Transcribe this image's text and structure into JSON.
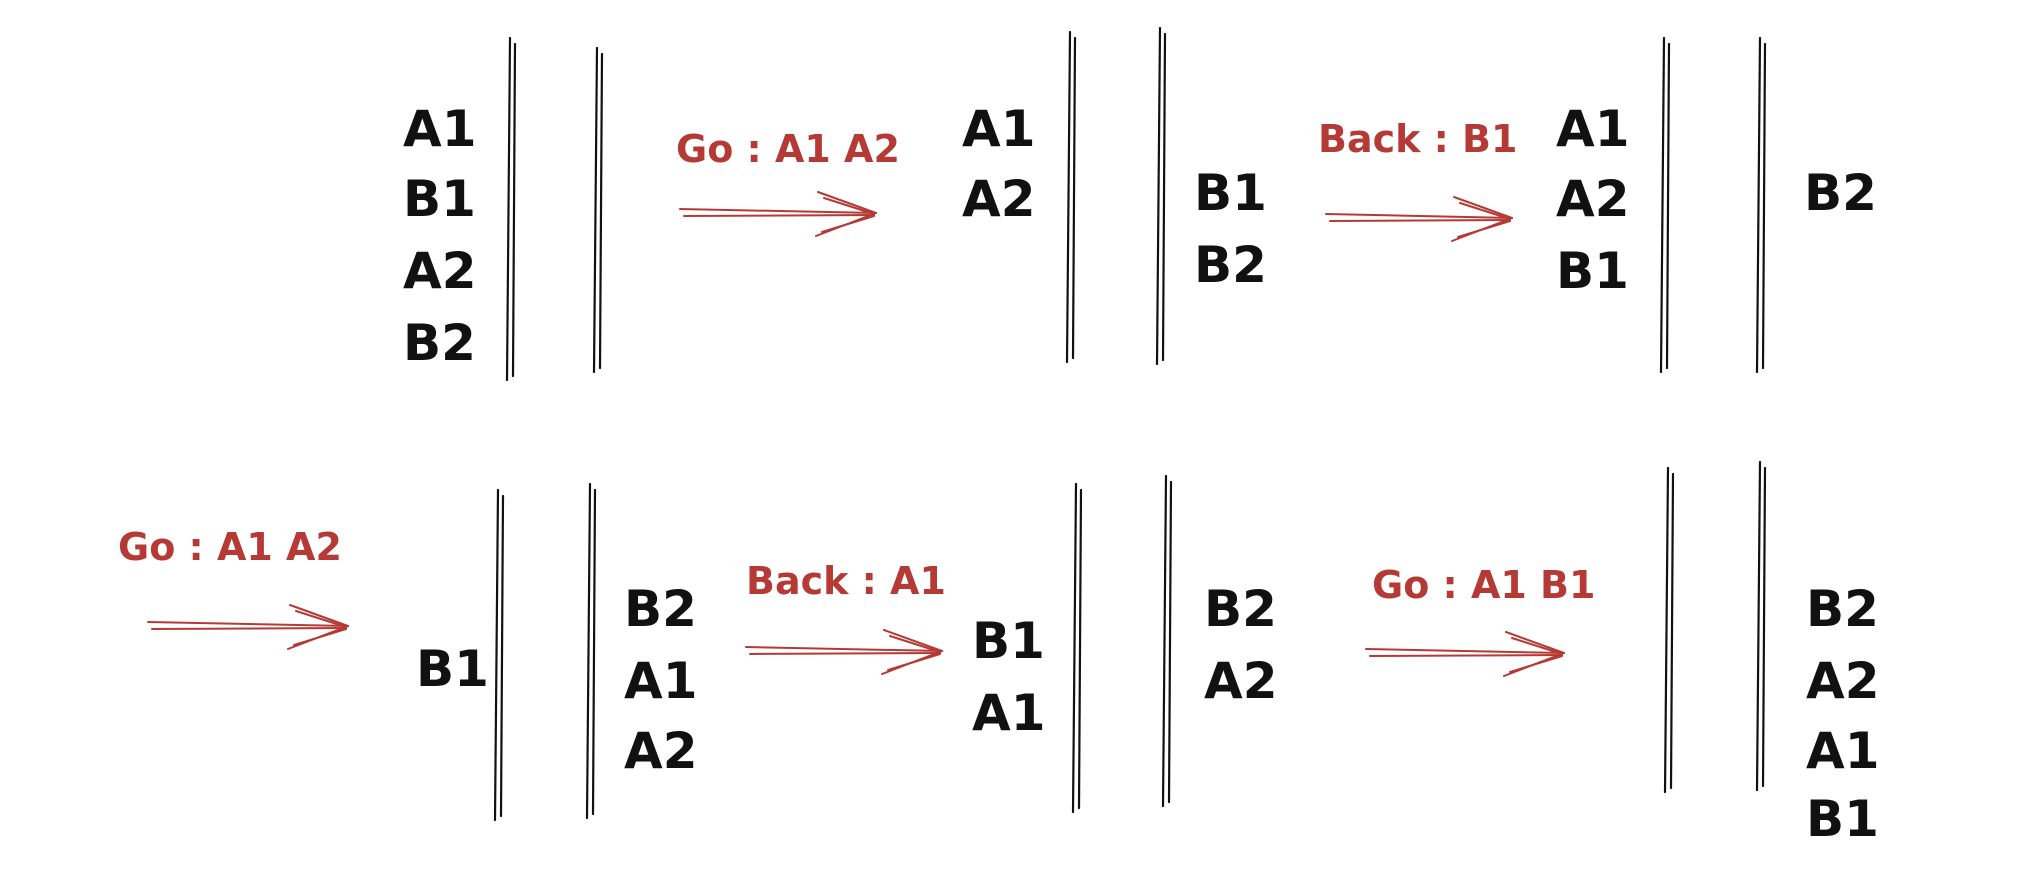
{
  "colors": {
    "ink": "#111111",
    "annotation": "#b53a36"
  },
  "lane_stroke_icon": "double-vertical-line",
  "arrow_icon": "right-arrow",
  "rows": [
    {
      "states": [
        {
          "left": [
            "A1",
            "B1",
            "A2",
            "B2"
          ],
          "middle": [],
          "right": []
        },
        {
          "left": [
            "A1",
            "A2"
          ],
          "middle": [
            "B1",
            "B2"
          ],
          "right": []
        },
        {
          "left": [
            "A1",
            "A2",
            "B1"
          ],
          "middle": [
            "B2"
          ],
          "right": []
        }
      ],
      "operations": [
        {
          "text": "Go : A1 A2"
        },
        {
          "text": "Back : B1"
        }
      ]
    },
    {
      "states": [
        {
          "left": [],
          "middle": [
            "B1"
          ],
          "right": [
            "B2",
            "A1",
            "A2"
          ]
        },
        {
          "left": [
            "B1",
            "A1"
          ],
          "middle": [],
          "right": [
            "B2",
            "A2"
          ]
        },
        {
          "left": [],
          "middle": [],
          "right": [
            "B2",
            "A2",
            "A1",
            "B1"
          ]
        }
      ],
      "operations": [
        {
          "text": "Go : A1 A2"
        },
        {
          "text": "Back : A1"
        },
        {
          "text": "Go : A1 B1"
        }
      ]
    }
  ]
}
